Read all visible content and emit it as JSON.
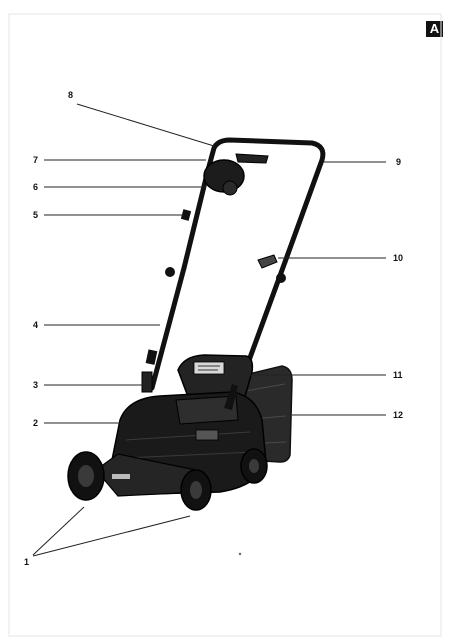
{
  "badge": "A",
  "callouts": [
    {
      "id": "1",
      "label": "1"
    },
    {
      "id": "2",
      "label": "2"
    },
    {
      "id": "3",
      "label": "3"
    },
    {
      "id": "4",
      "label": "4"
    },
    {
      "id": "5",
      "label": "5"
    },
    {
      "id": "6",
      "label": "6"
    },
    {
      "id": "7",
      "label": "7"
    },
    {
      "id": "8",
      "label": "8"
    },
    {
      "id": "9",
      "label": "9"
    },
    {
      "id": "10",
      "label": "10"
    },
    {
      "id": "11",
      "label": "11"
    },
    {
      "id": "12",
      "label": "12"
    }
  ],
  "colors": {
    "ink": "#111111",
    "body": "#1a1a1a",
    "line": "#333333"
  }
}
